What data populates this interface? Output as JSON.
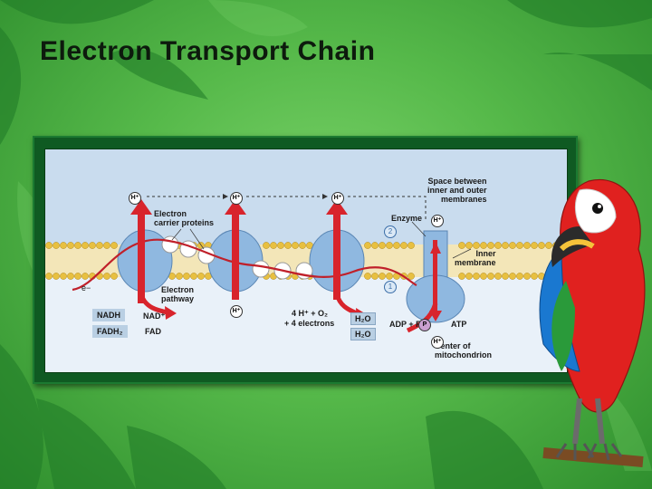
{
  "slide": {
    "title": "Electron Transport Chain"
  },
  "diagram": {
    "labels": {
      "space_between": "Space between\ninner and outer\nmembranes",
      "electron_carrier": "Electron\ncarrier proteins",
      "enzyme": "Enzyme",
      "inner_membrane": "Inner\nmembrane",
      "electron_pathway": "Electron\npathway",
      "e_minus": "e−",
      "nadh": "NADH",
      "fadh2": "FADH₂",
      "nad": "NAD⁺",
      "fad": "FAD",
      "four_h_o2": "4 H⁺ + O₂",
      "four_electrons": "+ 4 electrons",
      "h2o_1": "H₂O",
      "h2o_2": "H₂O",
      "adp_p": "ADP + P",
      "p": "P",
      "atp": "ATP",
      "center": "Center of\nmitochondrion",
      "h_plus": "H⁺",
      "step1": "1",
      "step2": "2"
    }
  },
  "colors": {
    "membrane_fill": "#c9dcee",
    "lipid_head": "#e8c040",
    "protein": "#8fb8e0",
    "arrow_red": "#d8242c",
    "pathway": "#c0202a"
  }
}
